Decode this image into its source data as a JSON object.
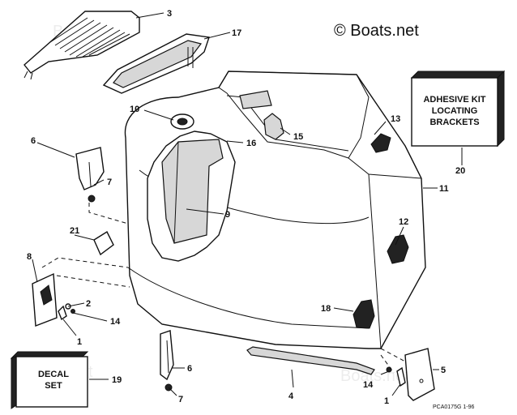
{
  "copyright": "© Boats.net",
  "watermark": "Boats.net",
  "labels": {
    "p1": "1",
    "p2": "2",
    "p3": "3",
    "p4": "4",
    "p5": "5",
    "p6": "6",
    "p7": "7",
    "p8": "8",
    "p9": "9",
    "p10": "10",
    "p11": "11",
    "p12": "12",
    "p13": "13",
    "p14": "14",
    "p15": "15",
    "p16": "16",
    "p17": "17",
    "p18": "18",
    "p19": "19",
    "p20": "20",
    "p21": "21",
    "p1b": "1",
    "p14b": "14",
    "p6b": "6",
    "p7b": "7"
  },
  "boxes": {
    "adhesive": [
      "ADHESIVE KIT",
      "LOCATING",
      "BRACKETS"
    ],
    "decal": [
      "DECAL",
      "SET"
    ]
  },
  "drawing_code": "PCA0175G   1-96"
}
